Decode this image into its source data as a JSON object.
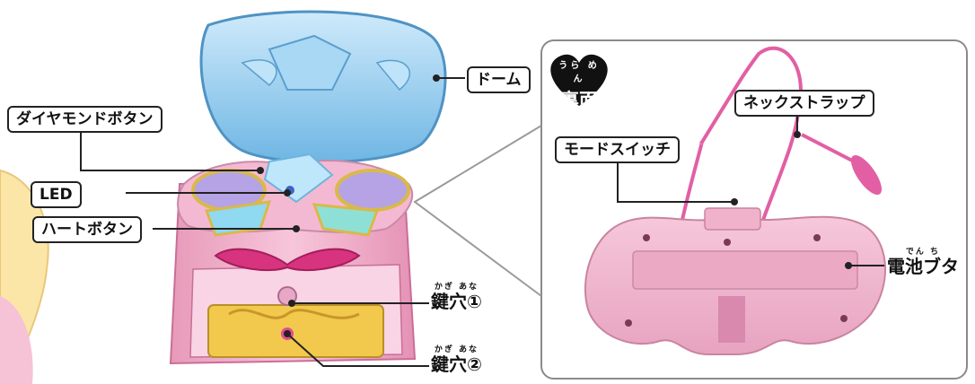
{
  "labels": {
    "dome": "ドーム",
    "diamond_button": "ダイヤモンドボタン",
    "led": "LED",
    "heart_button": "ハートボタン",
    "keyhole1": {
      "furigana": "かぎ あな",
      "text": "鍵穴①"
    },
    "keyhole2": {
      "furigana": "かぎ あな",
      "text": "鍵穴②"
    },
    "back_side": {
      "furigana": "うら めん",
      "text": "裏面"
    },
    "mode_switch": "モードスイッチ",
    "neck_strap": "ネックストラップ",
    "battery_cover": {
      "furigana": "でん ち",
      "text": "電池ブタ"
    }
  },
  "colors": {
    "toy_pink": "#f1b8cf",
    "dome_blue": "#8ec9ec",
    "strap_pink": "#e25fa4",
    "panel_border": "#8a8a8a"
  }
}
